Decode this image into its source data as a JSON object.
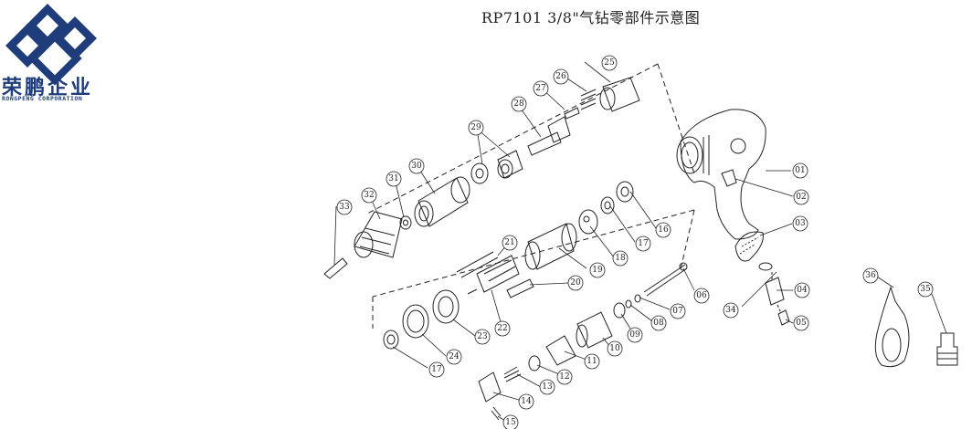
{
  "header": {
    "title": "RP7101 3/8\"气钻零部件示意图"
  },
  "brand": {
    "name": "荣鹏企业",
    "subtitle": "RONGPENG CORPORATION",
    "color": "#1f3d7a"
  },
  "callouts": [
    "01",
    "02",
    "03",
    "04",
    "05",
    "06",
    "07",
    "08",
    "09",
    "10",
    "11",
    "12",
    "13",
    "14",
    "15",
    "16",
    "17",
    "18",
    "19",
    "20",
    "21",
    "22",
    "23",
    "24",
    "25",
    "26",
    "27",
    "28",
    "29",
    "30",
    "31",
    "32",
    "33",
    "34",
    "35",
    "36"
  ],
  "callout_17b": "17"
}
